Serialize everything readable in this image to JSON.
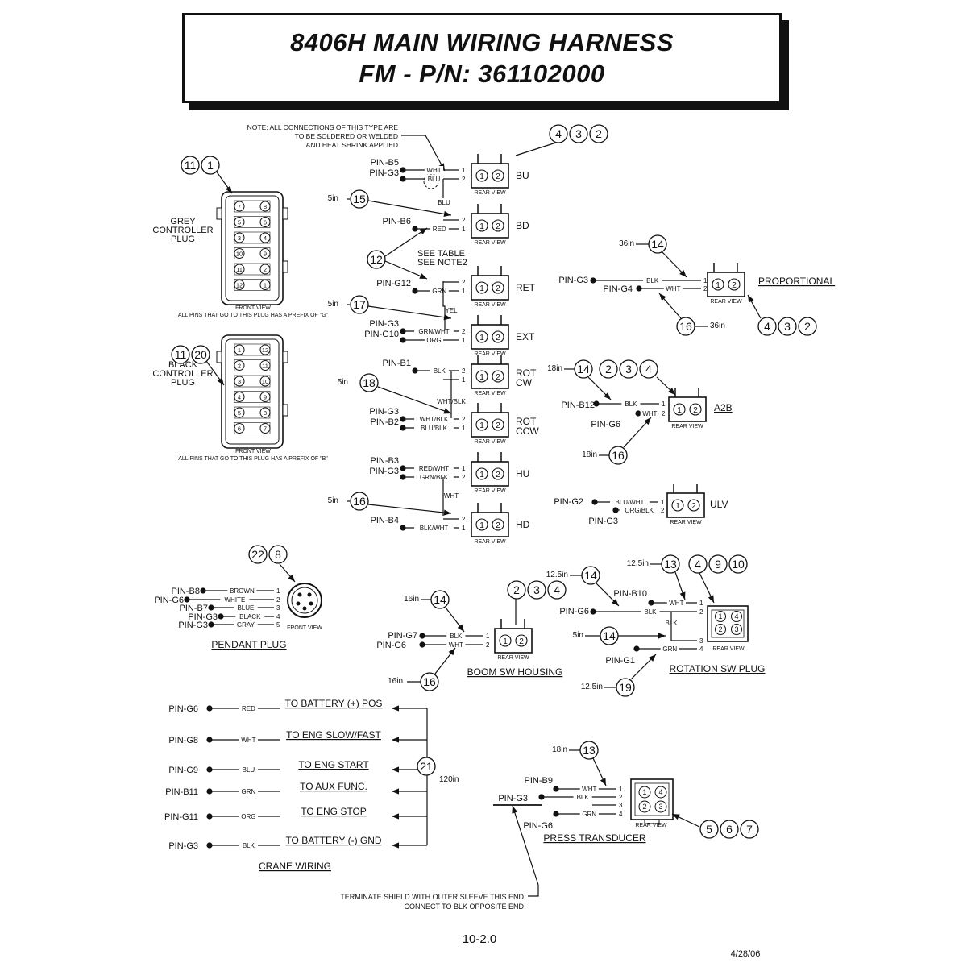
{
  "title": {
    "line1": "8406H MAIN WIRING HARNESS",
    "line2": "FM - P/N: 361102000"
  },
  "page_number": "10-2.0",
  "date": "4/28/06",
  "notes": {
    "solder": [
      "NOTE: ALL CONNECTIONS OF THIS TYPE ARE",
      "TO BE SOLDERED OR WELDED",
      "AND HEAT SHRINK APPLIED"
    ],
    "see_table": [
      "SEE TABLE",
      "SEE NOTE2"
    ],
    "shield": [
      "TERMINATE SHIELD WITH OUTER SLEEVE THIS END",
      "CONNECT TO BLK OPPOSITE END"
    ]
  },
  "common": {
    "rear_view": "REAR VIEW",
    "front_view": "FRONT VIEW"
  },
  "grey_plug": {
    "label": [
      "GREY",
      "CONTROLLER",
      "PLUG"
    ],
    "front_view": "FRONT VIEW",
    "note": "ALL PINS THAT GO TO THIS PLUG HAS A PREFIX OF \"G\"",
    "callouts": [
      "11",
      "1"
    ],
    "pins": [
      [
        "7",
        "8"
      ],
      [
        "5",
        "6"
      ],
      [
        "3",
        "4"
      ],
      [
        "10",
        "9"
      ],
      [
        "11",
        "2"
      ],
      [
        "12",
        "1"
      ]
    ]
  },
  "black_plug": {
    "label": [
      "BLACK",
      "CONTROLLER",
      "PLUG"
    ],
    "front_view": "FRONT VIEW",
    "note": "ALL PINS THAT GO TO THIS PLUG HAS A PREFIX OF \"B\"",
    "callouts": [
      "11",
      "20"
    ],
    "pins": [
      [
        "1",
        "12"
      ],
      [
        "2",
        "11"
      ],
      [
        "3",
        "10"
      ],
      [
        "4",
        "9"
      ],
      [
        "5",
        "8"
      ],
      [
        "6",
        "7"
      ]
    ]
  },
  "valves": [
    {
      "name": "BU",
      "pins": [
        {
          "label": "PIN-B5",
          "wire": "WHT",
          "pos": "1"
        },
        {
          "label": "PIN-G3",
          "wire": "BLU",
          "pos": "2"
        }
      ],
      "extra": "BLU"
    },
    {
      "name": "BD",
      "pins": [
        {
          "label": "PIN-B6",
          "wire": "RED",
          "pos": "1"
        }
      ],
      "jumper_pos": "2"
    },
    {
      "name": "RET",
      "pins": [
        {
          "label": "PIN-G12",
          "wire": "GRN",
          "pos": "1"
        }
      ],
      "jumper_pos": "2"
    },
    {
      "name": "EXT",
      "pins": [
        {
          "label": "PIN-G3",
          "wire": "GRN/WHT",
          "pos": "2"
        },
        {
          "label": "PIN-G10",
          "wire": "ORG",
          "pos": "1"
        }
      ],
      "extra": "YEL"
    },
    {
      "name": "ROT CW",
      "pins": [
        {
          "label": "PIN-B1",
          "wire": "BLK",
          "pos": "2"
        }
      ],
      "jumper_pos": "1"
    },
    {
      "name": "ROT CCW",
      "pins": [
        {
          "label": "PIN-G3",
          "wire": "WHT/BLK",
          "pos": "2"
        },
        {
          "label": "PIN-B2",
          "wire": "BLU/BLK",
          "pos": "1"
        }
      ],
      "extra": "WHT/BLK"
    },
    {
      "name": "HU",
      "pins": [
        {
          "label": "PIN-B3",
          "wire": "RED/WHT",
          "pos": "1"
        },
        {
          "label": "PIN-G3",
          "wire": "GRN/BLK",
          "pos": "2"
        }
      ]
    },
    {
      "name": "HD",
      "pins": [
        {
          "label": "PIN-B4",
          "wire": "BLK/WHT",
          "pos": "1"
        }
      ],
      "jumper_pos": "2",
      "extra": "WHT"
    }
  ],
  "valve_callouts": {
    "top": [
      "4",
      "3",
      "2"
    ],
    "c15": {
      "num": "15",
      "len": "5in"
    },
    "c12": "12",
    "c17": {
      "num": "17",
      "len": "5in"
    },
    "c18": {
      "num": "18",
      "len": "5in"
    },
    "c16": {
      "num": "16",
      "len": "5in"
    }
  },
  "proportional": {
    "name": "PROPORTIONAL",
    "pins": [
      {
        "label": "PIN-G3",
        "wire": "BLK",
        "pos": "1"
      },
      {
        "label": "PIN-G4",
        "wire": "WHT",
        "pos": "2"
      }
    ],
    "c14": {
      "num": "14",
      "len": "36in"
    },
    "c16": {
      "num": "16",
      "len": "36in"
    },
    "callouts": [
      "4",
      "3",
      "2"
    ]
  },
  "a2b": {
    "name": "A2B",
    "pins": [
      {
        "label": "PIN-B12",
        "wire": "BLK",
        "pos": "1"
      },
      {
        "label": "PIN-G6",
        "wire": "WHT",
        "pos": "2"
      }
    ],
    "c14": {
      "num": "14",
      "len": "18in"
    },
    "c16": {
      "num": "16",
      "len": "18in"
    },
    "callouts": [
      "2",
      "3",
      "4"
    ]
  },
  "ulv": {
    "name": "ULV",
    "pins": [
      {
        "label": "PIN-G2",
        "wire": "BLU/WHT",
        "pos": "1"
      },
      {
        "label": "PIN-G3",
        "wire": "ORG/BLK",
        "pos": "2"
      }
    ]
  },
  "pendant": {
    "name": "PENDANT PLUG",
    "callouts": [
      "22",
      "8"
    ],
    "pins": [
      {
        "label": "PIN-B8",
        "wire": "BROWN",
        "pos": "1"
      },
      {
        "label": "PIN-G6",
        "wire": "WHITE",
        "pos": "2"
      },
      {
        "label": "PIN-B7",
        "wire": "BLUE",
        "pos": "3"
      },
      {
        "label": "PIN-G3",
        "wire": "BLACK",
        "pos": "4"
      },
      {
        "label": "PIN-G3",
        "wire": "GRAY",
        "pos": "5"
      }
    ]
  },
  "boom": {
    "name": "BOOM SW HOUSING",
    "pins": [
      {
        "label": "PIN-G7",
        "wire": "BLK",
        "pos": "1"
      },
      {
        "label": "PIN-G6",
        "wire": "WHT",
        "pos": "2"
      }
    ],
    "c14": {
      "num": "14",
      "len": "16in"
    },
    "c16": {
      "num": "16",
      "len": "16in"
    },
    "callouts": [
      "2",
      "3",
      "4"
    ]
  },
  "rotation": {
    "name": "ROTATION SW PLUG",
    "pins": [
      {
        "label": "PIN-B10",
        "wire": "WHT",
        "pos": "1"
      },
      {
        "label": "PIN-G6",
        "wire": "BLK",
        "pos": "2"
      },
      {
        "label": "",
        "wire": "BLK",
        "pos": "3"
      },
      {
        "label": "PIN-G1",
        "wire": "GRN",
        "pos": "4"
      }
    ],
    "c14a": {
      "num": "14",
      "len": "12.5in"
    },
    "c13": {
      "num": "13",
      "len": "12.5in"
    },
    "c14b": {
      "num": "14",
      "len": "5in"
    },
    "c19": {
      "num": "19",
      "len": "12.5in"
    },
    "callouts": [
      "4",
      "9",
      "10"
    ]
  },
  "crane": {
    "name": "CRANE WIRING",
    "callout": {
      "num": "21",
      "len": "120in"
    },
    "rows": [
      {
        "pin": "PIN-G6",
        "wire": "RED",
        "to": "TO BATTERY (+) POS"
      },
      {
        "pin": "PIN-G8",
        "wire": "WHT",
        "to": "TO ENG SLOW/FAST"
      },
      {
        "pin": "PIN-G9",
        "wire": "BLU",
        "to": "TO ENG START"
      },
      {
        "pin": "PIN-B11",
        "wire": "GRN",
        "to": "TO AUX FUNC."
      },
      {
        "pin": "PIN-G11",
        "wire": "ORG",
        "to": "TO ENG STOP"
      },
      {
        "pin": "PIN-G3",
        "wire": "BLK",
        "to": "TO BATTERY (-) GND"
      }
    ]
  },
  "press": {
    "name": "PRESS TRANSDUCER",
    "pins": [
      {
        "label": "PIN-B9",
        "wire": "WHT",
        "pos": "1"
      },
      {
        "label": "PIN-G3",
        "wire": "BLK",
        "pos": "2"
      },
      {
        "label": "",
        "wire": "",
        "pos": "3"
      },
      {
        "label": "PIN-G6",
        "wire": "GRN",
        "pos": "4"
      }
    ],
    "c13": {
      "num": "13",
      "len": "18in"
    },
    "callouts": [
      "5",
      "6",
      "7"
    ]
  }
}
